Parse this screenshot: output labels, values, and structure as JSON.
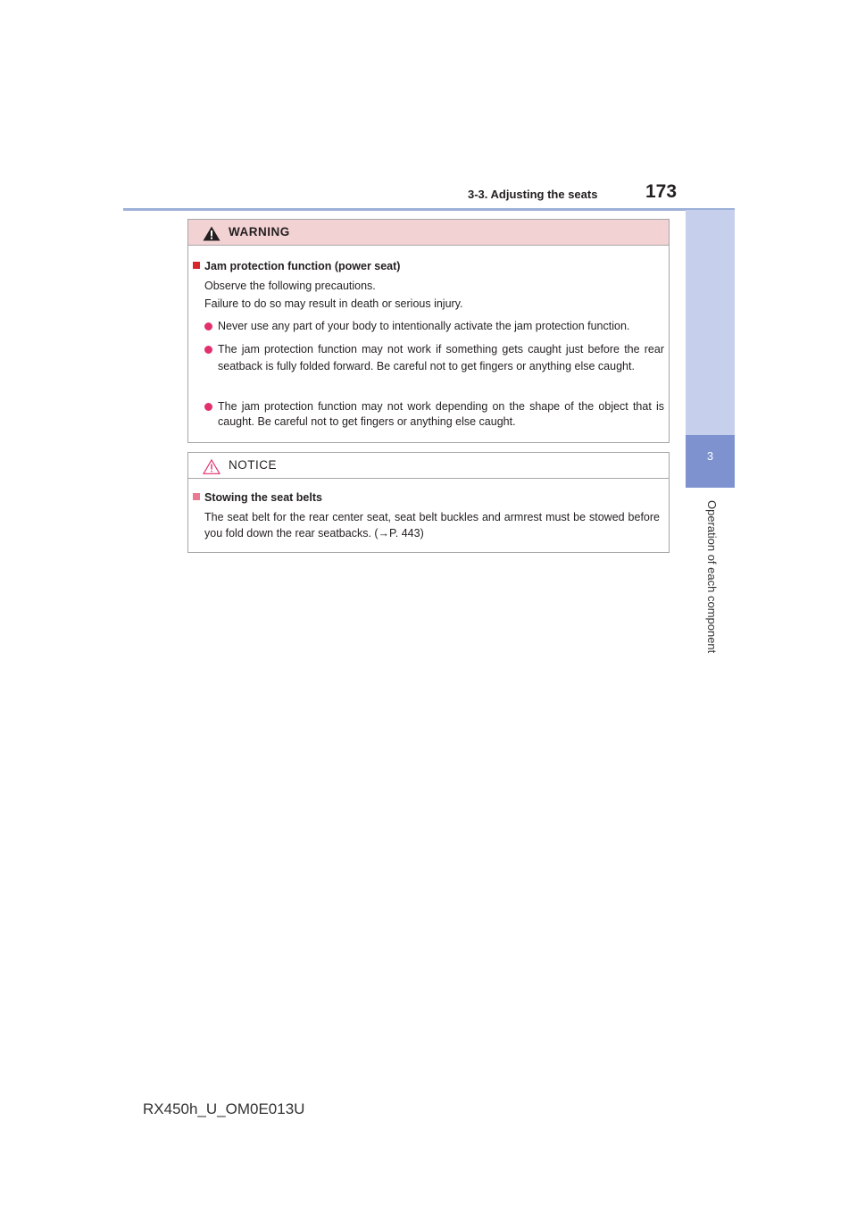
{
  "header": {
    "section": "3-3. Adjusting the seats",
    "page_number": "173"
  },
  "side_tab": {
    "number": "3",
    "label": "Operation of each component"
  },
  "warning": {
    "title": "WARNING",
    "section_title": "Jam protection function (power seat)",
    "lines": [
      "Observe the following precautions.",
      "Failure to do so may result in death or serious injury."
    ],
    "bullets": [
      "Never use any part of your body to intentionally activate the jam protection function.",
      "The jam protection function may not work if something gets caught just before the rear seatback is fully folded forward. Be careful not to get fingers or anything else caught.",
      "The jam protection function may not work depending on the shape of the object that is caught. Be careful not to get fingers or anything else caught."
    ]
  },
  "notice": {
    "title": "NOTICE",
    "section_title": "Stowing the seat belts",
    "text": "The seat belt for the rear center seat, seat belt buckles and armrest must be stowed before you fold down the rear seatbacks. (→P. 443)"
  },
  "footer": "RX450h_U_OM0E013U",
  "colors": {
    "accent_blue": "#7d92cf",
    "light_blue": "#c6d0ec",
    "warning_header": "#f3d2d4",
    "bullet_pink": "#e2306f",
    "square_red": "#d9262b",
    "square_pink": "#e97a92"
  }
}
